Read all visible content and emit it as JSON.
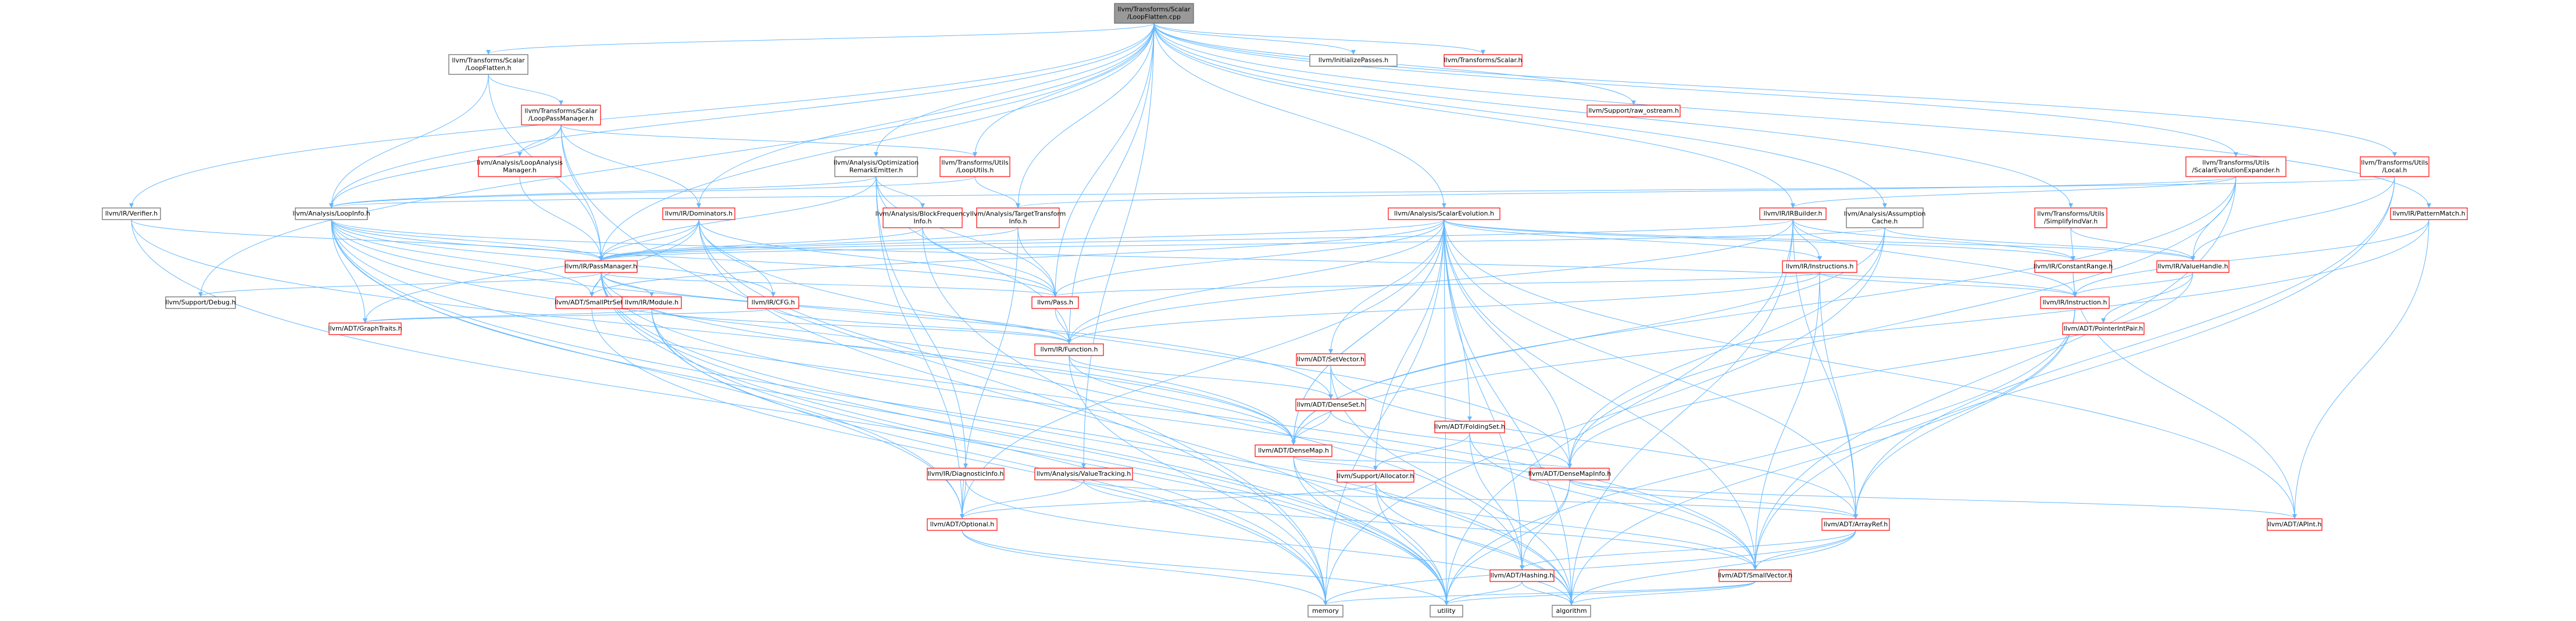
{
  "nodes": [
    {
      "id": "root",
      "label": [
        "llvm/Transforms/Scalar",
        "/LoopFlatten.cpp"
      ],
      "style": "root"
    },
    {
      "id": "lf_h",
      "label": [
        "llvm/Transforms/Scalar",
        "/LoopFlatten.h"
      ],
      "style": "black"
    },
    {
      "id": "lpm",
      "label": [
        "llvm/Transforms/Scalar",
        "/LoopPassManager.h"
      ],
      "style": "red"
    },
    {
      "id": "lam",
      "label": [
        "llvm/Analysis/LoopAnalysis",
        "Manager.h"
      ],
      "style": "red"
    },
    {
      "id": "loopinfo",
      "label": [
        "llvm/Analysis/LoopInfo.h"
      ],
      "style": "black"
    },
    {
      "id": "verifier",
      "label": [
        "llvm/IR/Verifier.h"
      ],
      "style": "black"
    },
    {
      "id": "ore",
      "label": [
        "llvm/Analysis/Optimization",
        "RemarkEmitter.h"
      ],
      "style": "black"
    },
    {
      "id": "bfi",
      "label": [
        "llvm/Analysis/BlockFrequency",
        "Info.h"
      ],
      "style": "red"
    },
    {
      "id": "dominators",
      "label": [
        "llvm/IR/Dominators.h"
      ],
      "style": "red"
    },
    {
      "id": "tti",
      "label": [
        "llvm/Analysis/TargetTransform",
        "Info.h"
      ],
      "style": "red"
    },
    {
      "id": "looputils",
      "label": [
        "llvm/Transforms/Utils",
        "/LoopUtils.h"
      ],
      "style": "red"
    },
    {
      "id": "scev",
      "label": [
        "llvm/Analysis/ScalarEvolution.h"
      ],
      "style": "red"
    },
    {
      "id": "initpasses",
      "label": [
        "llvm/InitializePasses.h"
      ],
      "style": "black"
    },
    {
      "id": "scalar",
      "label": [
        "llvm/Transforms/Scalar.h"
      ],
      "style": "red"
    },
    {
      "id": "rawos",
      "label": [
        "llvm/Support/raw_ostream.h"
      ],
      "style": "red"
    },
    {
      "id": "irbuilder",
      "label": [
        "llvm/IR/IRBuilder.h"
      ],
      "style": "red"
    },
    {
      "id": "ac",
      "label": [
        "llvm/Analysis/Assumption",
        "Cache.h"
      ],
      "style": "black"
    },
    {
      "id": "scevexp",
      "label": [
        "llvm/Transforms/Utils",
        "/ScalarEvolutionExpander.h"
      ],
      "style": "red"
    },
    {
      "id": "simplifyiv",
      "label": [
        "llvm/Transforms/Utils",
        "/SimplifyIndVar.h"
      ],
      "style": "red"
    },
    {
      "id": "local",
      "label": [
        "llvm/Transforms/Utils",
        "/Local.h"
      ],
      "style": "red"
    },
    {
      "id": "patmatch",
      "label": [
        "llvm/IR/PatternMatch.h"
      ],
      "style": "red"
    },
    {
      "id": "passmgr",
      "label": [
        "llvm/IR/PassManager.h"
      ],
      "style": "red"
    },
    {
      "id": "debug",
      "label": [
        "llvm/Support/Debug.h"
      ],
      "style": "black"
    },
    {
      "id": "sptrset",
      "label": [
        "llvm/ADT/SmallPtrSet.h"
      ],
      "style": "red"
    },
    {
      "id": "graphtraits",
      "label": [
        "llvm/ADT/GraphTraits.h"
      ],
      "style": "red"
    },
    {
      "id": "module",
      "label": [
        "llvm/IR/Module.h"
      ],
      "style": "red"
    },
    {
      "id": "cfg",
      "label": [
        "llvm/IR/CFG.h"
      ],
      "style": "red"
    },
    {
      "id": "pass",
      "label": [
        "llvm/Pass.h"
      ],
      "style": "red"
    },
    {
      "id": "instructions",
      "label": [
        "llvm/IR/Instructions.h"
      ],
      "style": "red"
    },
    {
      "id": "constrange",
      "label": [
        "llvm/IR/ConstantRange.h"
      ],
      "style": "red"
    },
    {
      "id": "valuehandle",
      "label": [
        "llvm/IR/ValueHandle.h"
      ],
      "style": "red"
    },
    {
      "id": "instruction",
      "label": [
        "llvm/IR/Instruction.h"
      ],
      "style": "red"
    },
    {
      "id": "ptrintpair",
      "label": [
        "llvm/ADT/PointerIntPair.h"
      ],
      "style": "red"
    },
    {
      "id": "function",
      "label": [
        "llvm/IR/Function.h"
      ],
      "style": "red"
    },
    {
      "id": "setvector",
      "label": [
        "llvm/ADT/SetVector.h"
      ],
      "style": "red"
    },
    {
      "id": "denseset",
      "label": [
        "llvm/ADT/DenseSet.h"
      ],
      "style": "red"
    },
    {
      "id": "densemap",
      "label": [
        "llvm/ADT/DenseMap.h"
      ],
      "style": "red"
    },
    {
      "id": "foldingset",
      "label": [
        "llvm/ADT/FoldingSet.h"
      ],
      "style": "red"
    },
    {
      "id": "diaginfo",
      "label": [
        "llvm/IR/DiagnosticInfo.h"
      ],
      "style": "red"
    },
    {
      "id": "valuetracking",
      "label": [
        "llvm/Analysis/ValueTracking.h"
      ],
      "style": "red"
    },
    {
      "id": "allocator",
      "label": [
        "llvm/Support/Allocator.h"
      ],
      "style": "red"
    },
    {
      "id": "densemapinfo",
      "label": [
        "llvm/ADT/DenseMapInfo.h"
      ],
      "style": "red"
    },
    {
      "id": "optional",
      "label": [
        "llvm/ADT/Optional.h"
      ],
      "style": "red"
    },
    {
      "id": "arrayref",
      "label": [
        "llvm/ADT/ArrayRef.h"
      ],
      "style": "red"
    },
    {
      "id": "apint",
      "label": [
        "llvm/ADT/APInt.h"
      ],
      "style": "red"
    },
    {
      "id": "hashing",
      "label": [
        "llvm/ADT/Hashing.h"
      ],
      "style": "red"
    },
    {
      "id": "smallvector",
      "label": [
        "llvm/ADT/SmallVector.h"
      ],
      "style": "red"
    },
    {
      "id": "memory",
      "label": [
        "memory"
      ],
      "style": "black"
    },
    {
      "id": "utility",
      "label": [
        "utility"
      ],
      "style": "black"
    },
    {
      "id": "algorithm",
      "label": [
        "algorithm"
      ],
      "style": "black"
    }
  ],
  "edges": [
    [
      "root",
      "lf_h"
    ],
    [
      "root",
      "verifier"
    ],
    [
      "root",
      "debug"
    ],
    [
      "root",
      "passmgr"
    ],
    [
      "root",
      "pass"
    ],
    [
      "root",
      "ore"
    ],
    [
      "root",
      "dominators"
    ],
    [
      "root",
      "tti"
    ],
    [
      "root",
      "looputils"
    ],
    [
      "root",
      "scev"
    ],
    [
      "root",
      "initpasses"
    ],
    [
      "root",
      "scalar"
    ],
    [
      "root",
      "rawos"
    ],
    [
      "root",
      "irbuilder"
    ],
    [
      "root",
      "ac"
    ],
    [
      "root",
      "scevexp"
    ],
    [
      "root",
      "simplifyiv"
    ],
    [
      "root",
      "local"
    ],
    [
      "root",
      "patmatch"
    ],
    [
      "root",
      "function"
    ],
    [
      "root",
      "valuetracking"
    ],
    [
      "root",
      "loopinfo"
    ],
    [
      "lf_h",
      "lpm"
    ],
    [
      "lf_h",
      "loopinfo"
    ],
    [
      "lf_h",
      "passmgr"
    ],
    [
      "lpm",
      "lam"
    ],
    [
      "lpm",
      "loopinfo"
    ],
    [
      "lpm",
      "dominators"
    ],
    [
      "lpm",
      "passmgr"
    ],
    [
      "lpm",
      "memory"
    ],
    [
      "lpm",
      "looputils"
    ],
    [
      "lam",
      "passmgr"
    ],
    [
      "loopinfo",
      "passmgr"
    ],
    [
      "loopinfo",
      "sptrset"
    ],
    [
      "loopinfo",
      "graphtraits"
    ],
    [
      "loopinfo",
      "cfg"
    ],
    [
      "loopinfo",
      "instruction"
    ],
    [
      "loopinfo",
      "pass"
    ],
    [
      "loopinfo",
      "densemap"
    ],
    [
      "loopinfo",
      "denseset"
    ],
    [
      "loopinfo",
      "smallvector"
    ],
    [
      "loopinfo",
      "algorithm"
    ],
    [
      "loopinfo",
      "utility"
    ],
    [
      "loopinfo",
      "optional"
    ],
    [
      "verifier",
      "passmgr"
    ],
    [
      "verifier",
      "densemap"
    ],
    [
      "verifier",
      "utility"
    ],
    [
      "ore",
      "bfi"
    ],
    [
      "ore",
      "function"
    ],
    [
      "ore",
      "diaginfo"
    ],
    [
      "ore",
      "pass"
    ],
    [
      "ore",
      "passmgr"
    ],
    [
      "ore",
      "optional"
    ],
    [
      "ore",
      "loopinfo"
    ],
    [
      "bfi",
      "passmgr"
    ],
    [
      "bfi",
      "pass"
    ],
    [
      "bfi",
      "memory"
    ],
    [
      "dominators",
      "passmgr"
    ],
    [
      "dominators",
      "cfg"
    ],
    [
      "dominators",
      "pass"
    ],
    [
      "dominators",
      "densemapinfo"
    ],
    [
      "dominators",
      "hashing"
    ],
    [
      "dominators",
      "graphtraits"
    ],
    [
      "dominators",
      "utility"
    ],
    [
      "dominators",
      "sptrset"
    ],
    [
      "tti",
      "passmgr"
    ],
    [
      "tti",
      "pass"
    ],
    [
      "tti",
      "optional"
    ],
    [
      "looputils",
      "loopinfo"
    ],
    [
      "looputils",
      "tti"
    ],
    [
      "scev",
      "passmgr"
    ],
    [
      "scev",
      "pass"
    ],
    [
      "scev",
      "valuehandle"
    ],
    [
      "scev",
      "constrange"
    ],
    [
      "scev",
      "instructions"
    ],
    [
      "scev",
      "function"
    ],
    [
      "scev",
      "densemap"
    ],
    [
      "scev",
      "densemapinfo"
    ],
    [
      "scev",
      "foldingset"
    ],
    [
      "scev",
      "setvector"
    ],
    [
      "scev",
      "sptrset"
    ],
    [
      "scev",
      "smallvector"
    ],
    [
      "scev",
      "arrayref"
    ],
    [
      "scev",
      "apint"
    ],
    [
      "scev",
      "hashing"
    ],
    [
      "scev",
      "optional"
    ],
    [
      "scev",
      "allocator"
    ],
    [
      "scev",
      "memory"
    ],
    [
      "scev",
      "utility"
    ],
    [
      "scev",
      "algorithm"
    ],
    [
      "scev",
      "densemap"
    ],
    [
      "irbuilder",
      "instructions"
    ],
    [
      "irbuilder",
      "constrange"
    ],
    [
      "irbuilder",
      "instruction"
    ],
    [
      "irbuilder",
      "function"
    ],
    [
      "irbuilder",
      "arrayref"
    ],
    [
      "irbuilder",
      "utility"
    ],
    [
      "irbuilder",
      "algorithm"
    ],
    [
      "irbuilder",
      "passmgr"
    ],
    [
      "ac",
      "valuehandle"
    ],
    [
      "ac",
      "passmgr"
    ],
    [
      "ac",
      "densemap"
    ],
    [
      "ac",
      "densemapinfo"
    ],
    [
      "ac",
      "memory"
    ],
    [
      "scevexp",
      "irbuilder"
    ],
    [
      "scevexp",
      "valuehandle"
    ],
    [
      "scevexp",
      "densemap"
    ],
    [
      "scevexp",
      "densemapinfo"
    ],
    [
      "scevexp",
      "smallvector"
    ],
    [
      "scevexp",
      "tti"
    ],
    [
      "simplifyiv",
      "constrange"
    ],
    [
      "simplifyiv",
      "valuehandle"
    ],
    [
      "local",
      "valuehandle"
    ],
    [
      "local",
      "loopinfo"
    ],
    [
      "local",
      "smallvector"
    ],
    [
      "local",
      "arrayref"
    ],
    [
      "patmatch",
      "instruction"
    ],
    [
      "patmatch",
      "apint"
    ],
    [
      "patmatch",
      "densemap"
    ],
    [
      "passmgr",
      "debug"
    ],
    [
      "passmgr",
      "sptrset"
    ],
    [
      "passmgr",
      "module"
    ],
    [
      "passmgr",
      "function"
    ],
    [
      "passmgr",
      "densemap"
    ],
    [
      "passmgr",
      "smallvector"
    ],
    [
      "passmgr",
      "memory"
    ],
    [
      "passmgr",
      "utility"
    ],
    [
      "passmgr",
      "algorithm"
    ],
    [
      "passmgr",
      "pass"
    ],
    [
      "sptrset",
      "memory"
    ],
    [
      "module",
      "function"
    ],
    [
      "module",
      "optional"
    ],
    [
      "module",
      "utility"
    ],
    [
      "module",
      "memory"
    ],
    [
      "module",
      "graphtraits"
    ],
    [
      "cfg",
      "function"
    ],
    [
      "cfg",
      "graphtraits"
    ],
    [
      "pass",
      "function"
    ],
    [
      "instructions",
      "instruction"
    ],
    [
      "instructions",
      "arrayref"
    ],
    [
      "instructions",
      "smallvector"
    ],
    [
      "instructions",
      "pass"
    ],
    [
      "instructions",
      "function"
    ],
    [
      "constrange",
      "instruction"
    ],
    [
      "constrange",
      "apint"
    ],
    [
      "valuehandle",
      "ptrintpair"
    ],
    [
      "valuehandle",
      "instruction"
    ],
    [
      "valuehandle",
      "densemapinfo"
    ],
    [
      "instruction",
      "arrayref"
    ],
    [
      "instruction",
      "utility"
    ],
    [
      "instruction",
      "algorithm"
    ],
    [
      "function",
      "denseset"
    ],
    [
      "function",
      "densemap"
    ],
    [
      "function",
      "memory"
    ],
    [
      "setvector",
      "denseset"
    ],
    [
      "setvector",
      "arrayref"
    ],
    [
      "setvector",
      "algorithm"
    ],
    [
      "denseset",
      "densemap"
    ],
    [
      "denseset",
      "densemapinfo"
    ],
    [
      "densemap",
      "densemapinfo"
    ],
    [
      "densemap",
      "allocator"
    ],
    [
      "densemap",
      "utility"
    ],
    [
      "densemap",
      "algorithm"
    ],
    [
      "foldingset",
      "allocator"
    ],
    [
      "foldingset",
      "smallvector"
    ],
    [
      "foldingset",
      "hashing"
    ],
    [
      "diaginfo",
      "optional"
    ],
    [
      "diaginfo",
      "algorithm"
    ],
    [
      "valuetracking",
      "optional"
    ],
    [
      "valuetracking",
      "smallvector"
    ],
    [
      "valuetracking",
      "arrayref"
    ],
    [
      "allocator",
      "optional"
    ],
    [
      "allocator",
      "utility"
    ],
    [
      "allocator",
      "algorithm"
    ],
    [
      "allocator",
      "smallvector"
    ],
    [
      "densemapinfo",
      "apint"
    ],
    [
      "densemapinfo",
      "hashing"
    ],
    [
      "densemapinfo",
      "utility"
    ],
    [
      "densemapinfo",
      "arrayref"
    ],
    [
      "optional",
      "utility"
    ],
    [
      "optional",
      "memory"
    ],
    [
      "arrayref",
      "smallvector"
    ],
    [
      "arrayref",
      "hashing"
    ],
    [
      "arrayref",
      "algorithm"
    ],
    [
      "arrayref",
      "memory"
    ],
    [
      "hashing",
      "utility"
    ],
    [
      "hashing",
      "algorithm"
    ],
    [
      "smallvector",
      "memory"
    ],
    [
      "smallvector",
      "utility"
    ],
    [
      "smallvector",
      "algorithm"
    ]
  ]
}
